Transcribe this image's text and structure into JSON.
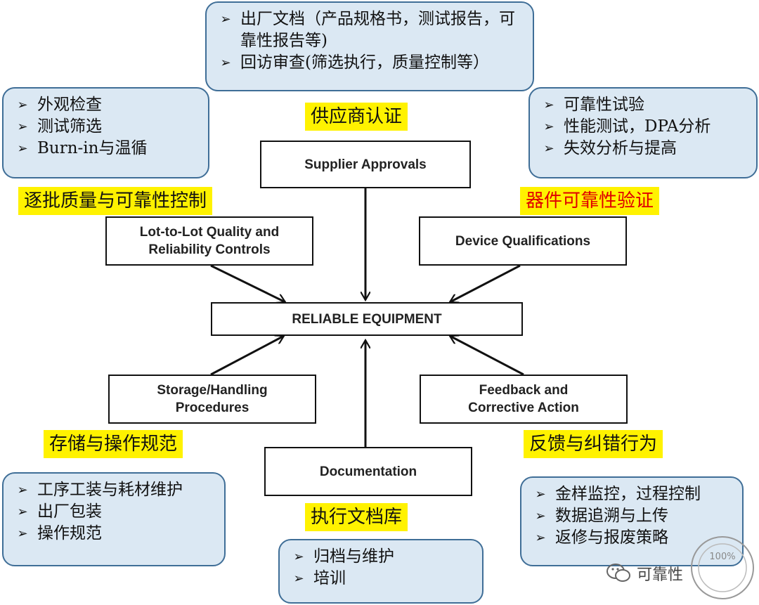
{
  "notes": {
    "top": [
      "出厂文档（产品规格书，测试报告，可靠性报告等)",
      "回访审查(筛选执行，质量控制等）"
    ],
    "top_left": [
      "外观检查",
      "测试筛选",
      "Burn-in与温循"
    ],
    "top_right": [
      "可靠性试验",
      "性能测试，DPA分析",
      "失效分析与提高"
    ],
    "bottom_left": [
      "工序工装与耗材维护",
      "出厂包装",
      "操作规范"
    ],
    "bottom_center": [
      "归档与维护",
      "培训"
    ],
    "bottom_right": [
      "金样监控，过程控制",
      "数据追溯与上传",
      "返修与报废策略"
    ]
  },
  "bullet_symbol": "➢",
  "tags": {
    "supplier": "供应商认证",
    "lot": "逐批质量与可靠性控制",
    "device": "器件可靠性验证",
    "storage": "存储与操作规范",
    "feedback": "反馈与纠错行为",
    "documentation": "执行文档库"
  },
  "process": {
    "supplier": [
      "Supplier Approvals"
    ],
    "lot": [
      "Lot-to-Lot Quality and",
      "Reliability Controls"
    ],
    "device": [
      "Device Qualifications"
    ],
    "center": [
      "RELIABLE EQUIPMENT"
    ],
    "storage": [
      "Storage/Handling",
      "Procedures"
    ],
    "feedback": [
      "Feedback and",
      "Corrective Action"
    ],
    "documentation": [
      "Documentation"
    ]
  },
  "watermark": {
    "text": "可靠性",
    "seal_text": "100%"
  },
  "colors": {
    "note_fill": "#dbe8f3",
    "note_border": "#3f6e97",
    "tag_fill": "#fff200",
    "tag_red": "#e00000"
  }
}
